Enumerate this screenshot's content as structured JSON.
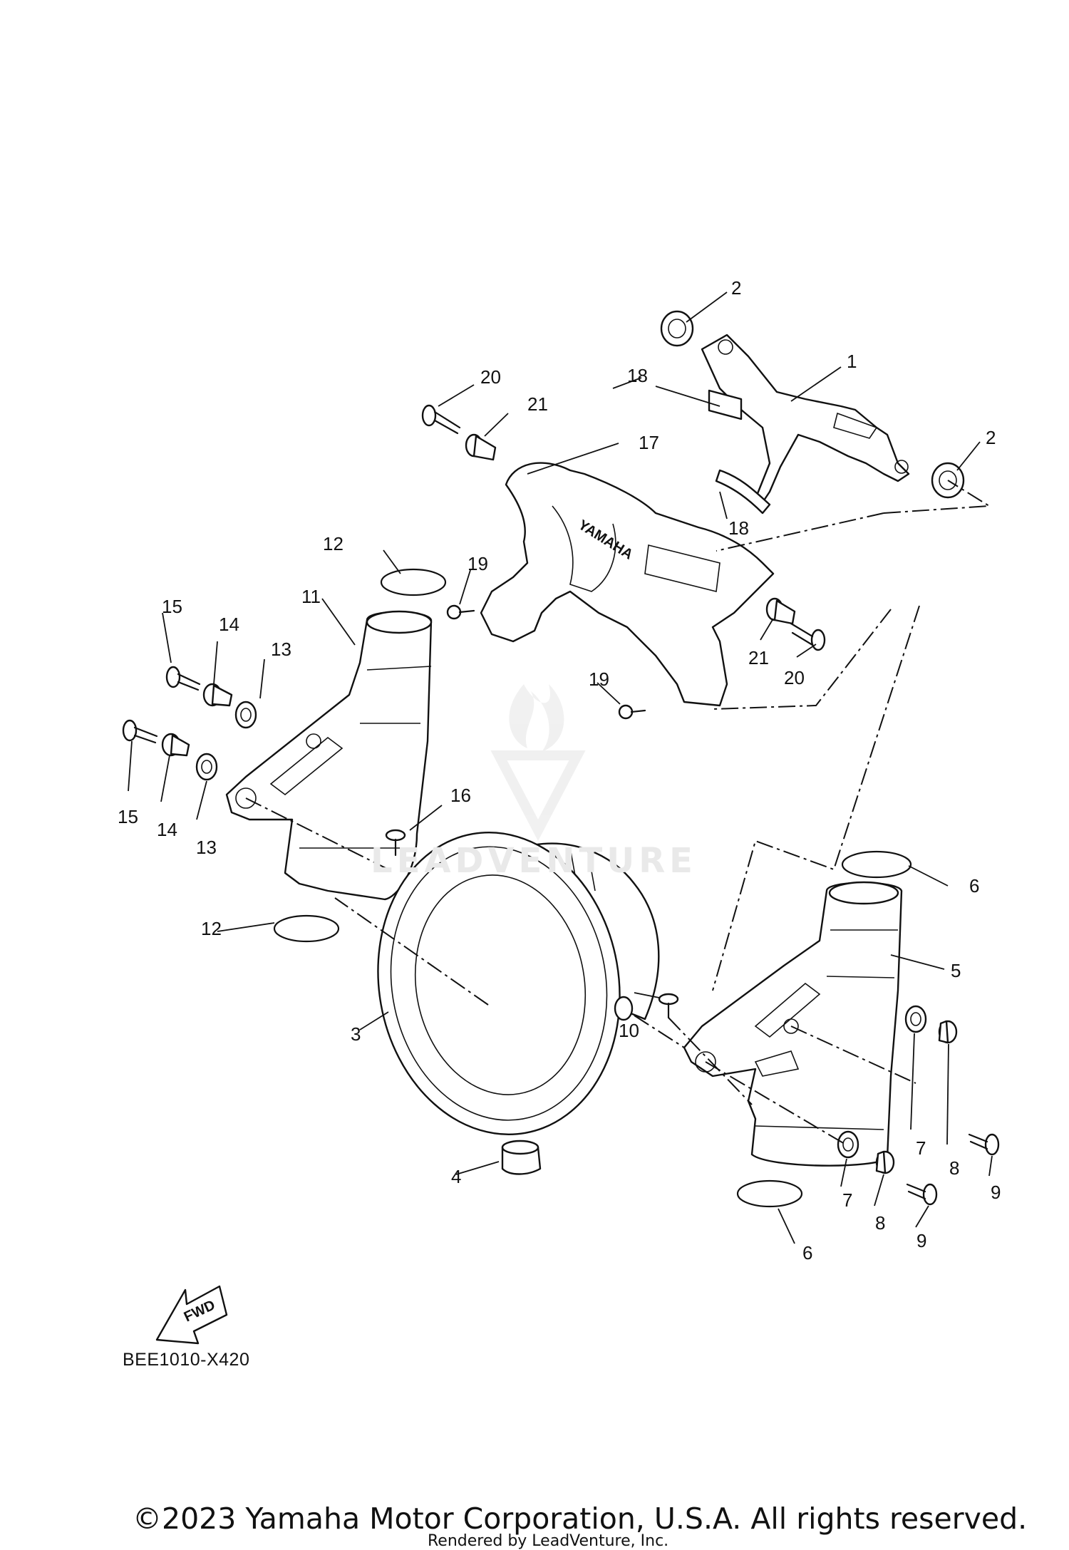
{
  "diagram": {
    "labels": [
      {
        "id": "1",
        "text": "1"
      },
      {
        "id": "2",
        "text": "2"
      },
      {
        "id": "2b",
        "text": "2"
      },
      {
        "id": "3",
        "text": "3"
      },
      {
        "id": "4",
        "text": "4"
      },
      {
        "id": "5",
        "text": "5"
      },
      {
        "id": "6",
        "text": "6"
      },
      {
        "id": "6b",
        "text": "6"
      },
      {
        "id": "7",
        "text": "7"
      },
      {
        "id": "7b",
        "text": "7"
      },
      {
        "id": "8",
        "text": "8"
      },
      {
        "id": "8b",
        "text": "8"
      },
      {
        "id": "9",
        "text": "9"
      },
      {
        "id": "9b",
        "text": "9"
      },
      {
        "id": "10",
        "text": "10"
      },
      {
        "id": "11",
        "text": "11"
      },
      {
        "id": "12",
        "text": "12"
      },
      {
        "id": "12b",
        "text": "12"
      },
      {
        "id": "13",
        "text": "13"
      },
      {
        "id": "13b",
        "text": "13"
      },
      {
        "id": "14",
        "text": "14"
      },
      {
        "id": "14b",
        "text": "14"
      },
      {
        "id": "15",
        "text": "15"
      },
      {
        "id": "15b",
        "text": "15"
      },
      {
        "id": "16",
        "text": "16"
      },
      {
        "id": "17",
        "text": "17"
      },
      {
        "id": "18",
        "text": "18"
      },
      {
        "id": "18b",
        "text": "18"
      },
      {
        "id": "19",
        "text": "19"
      },
      {
        "id": "19b",
        "text": "19"
      },
      {
        "id": "20",
        "text": "20"
      },
      {
        "id": "20b",
        "text": "20"
      },
      {
        "id": "21",
        "text": "21"
      },
      {
        "id": "21b",
        "text": "21"
      }
    ],
    "cowl_brand": "YAMAHA",
    "fwd_label": "FWD",
    "drawing_code": "BEE1010-X420",
    "watermark_word": "LEADVENTURE"
  },
  "footer": {
    "copyright": "©2023 Yamaha Motor Corporation, U.S.A. All rights reserved.",
    "rendered_by": "Rendered by LeadVenture, Inc."
  },
  "colors": {
    "line": "#111111",
    "background": "#ffffff",
    "watermark": "#e9e9e9"
  }
}
